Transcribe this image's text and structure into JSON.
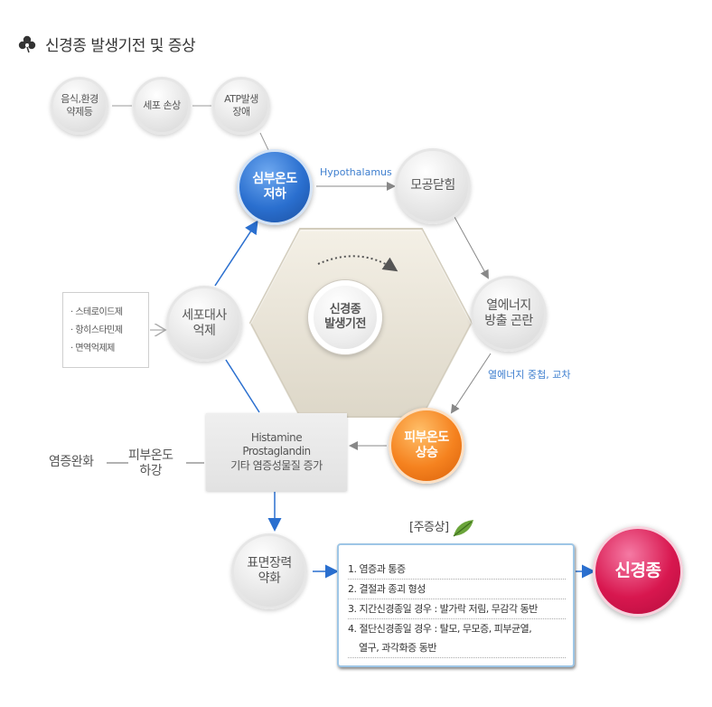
{
  "title": "신경종 발생기전 및 증상",
  "icons": {
    "title": "clover-icon",
    "leaf": "leaf-icon"
  },
  "colors": {
    "blue": "#2a6fcf",
    "orange": "#f5821f",
    "pink": "#d8174f",
    "accent_text": "#3f7fcf"
  },
  "top_chain": [
    "음식,환경\n약제등",
    "세포 손상",
    "ATP발생\n장애"
  ],
  "cycle": {
    "core_temp_drop": "심부온도\n저하",
    "hypothalamus_label": "Hypothalamus",
    "pore_closure": "모공닫힘",
    "heat_release": "열에너지\n방출 곤란",
    "heat_label": "열에너지 중첩, 교차",
    "skin_temp_rise": "피부온도\n상승",
    "cell_metab": "세포대사\n억제",
    "center": "신경종\n발생기전"
  },
  "bullets": [
    "· 스테로이드제",
    "· 항히스타민제",
    "· 면역억제제"
  ],
  "mid_box": [
    "Histamine",
    "Prostaglandin",
    "기타 염증성물질 증가"
  ],
  "inflammation_relief": "염증완화",
  "skin_temp_drop": "피부온도\n하강",
  "surface_tension": "표면장력\n약화",
  "symptoms": {
    "title": "[주증상]",
    "items": [
      "1. 염증과 통증",
      "2. 결절과 종괴 형성",
      "3. 지간신경종일 경우 : 발가락 저림, 무감각 동반",
      "4. 절단신경종일 경우 : 탈모, 무모증, 피부균열,",
      "    열구, 과각화증 동반"
    ]
  },
  "result": "신경종"
}
